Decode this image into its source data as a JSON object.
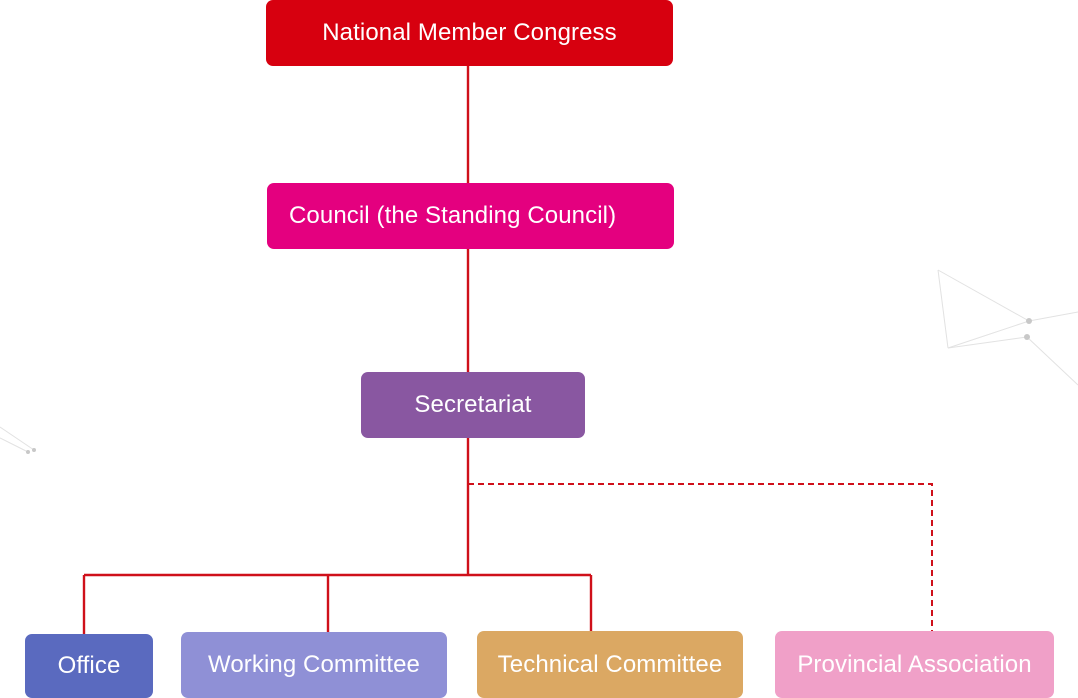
{
  "diagram": {
    "nodes": {
      "congress": {
        "label": "National Member Congress",
        "color": "#d7000f"
      },
      "council": {
        "label": "Council (the Standing Council)",
        "color": "#e4007f"
      },
      "secretariat": {
        "label": "Secretariat",
        "color": "#8957a1"
      },
      "office": {
        "label": "Office",
        "color": "#5a6abf"
      },
      "working": {
        "label": "Working Committee",
        "color": "#8f90d6"
      },
      "technical": {
        "label": "Technical Committee",
        "color": "#dba863"
      },
      "provincial": {
        "label": "Provincial Association",
        "color": "#f0a0c8"
      }
    },
    "edges": [
      {
        "from": "congress",
        "to": "council",
        "style": "solid"
      },
      {
        "from": "council",
        "to": "secretariat",
        "style": "solid"
      },
      {
        "from": "secretariat",
        "to": "office",
        "style": "solid"
      },
      {
        "from": "secretariat",
        "to": "working",
        "style": "solid"
      },
      {
        "from": "secretariat",
        "to": "technical",
        "style": "solid"
      },
      {
        "from": "secretariat",
        "to": "provincial",
        "style": "dashed"
      }
    ],
    "connector_color": "#cf101a"
  }
}
